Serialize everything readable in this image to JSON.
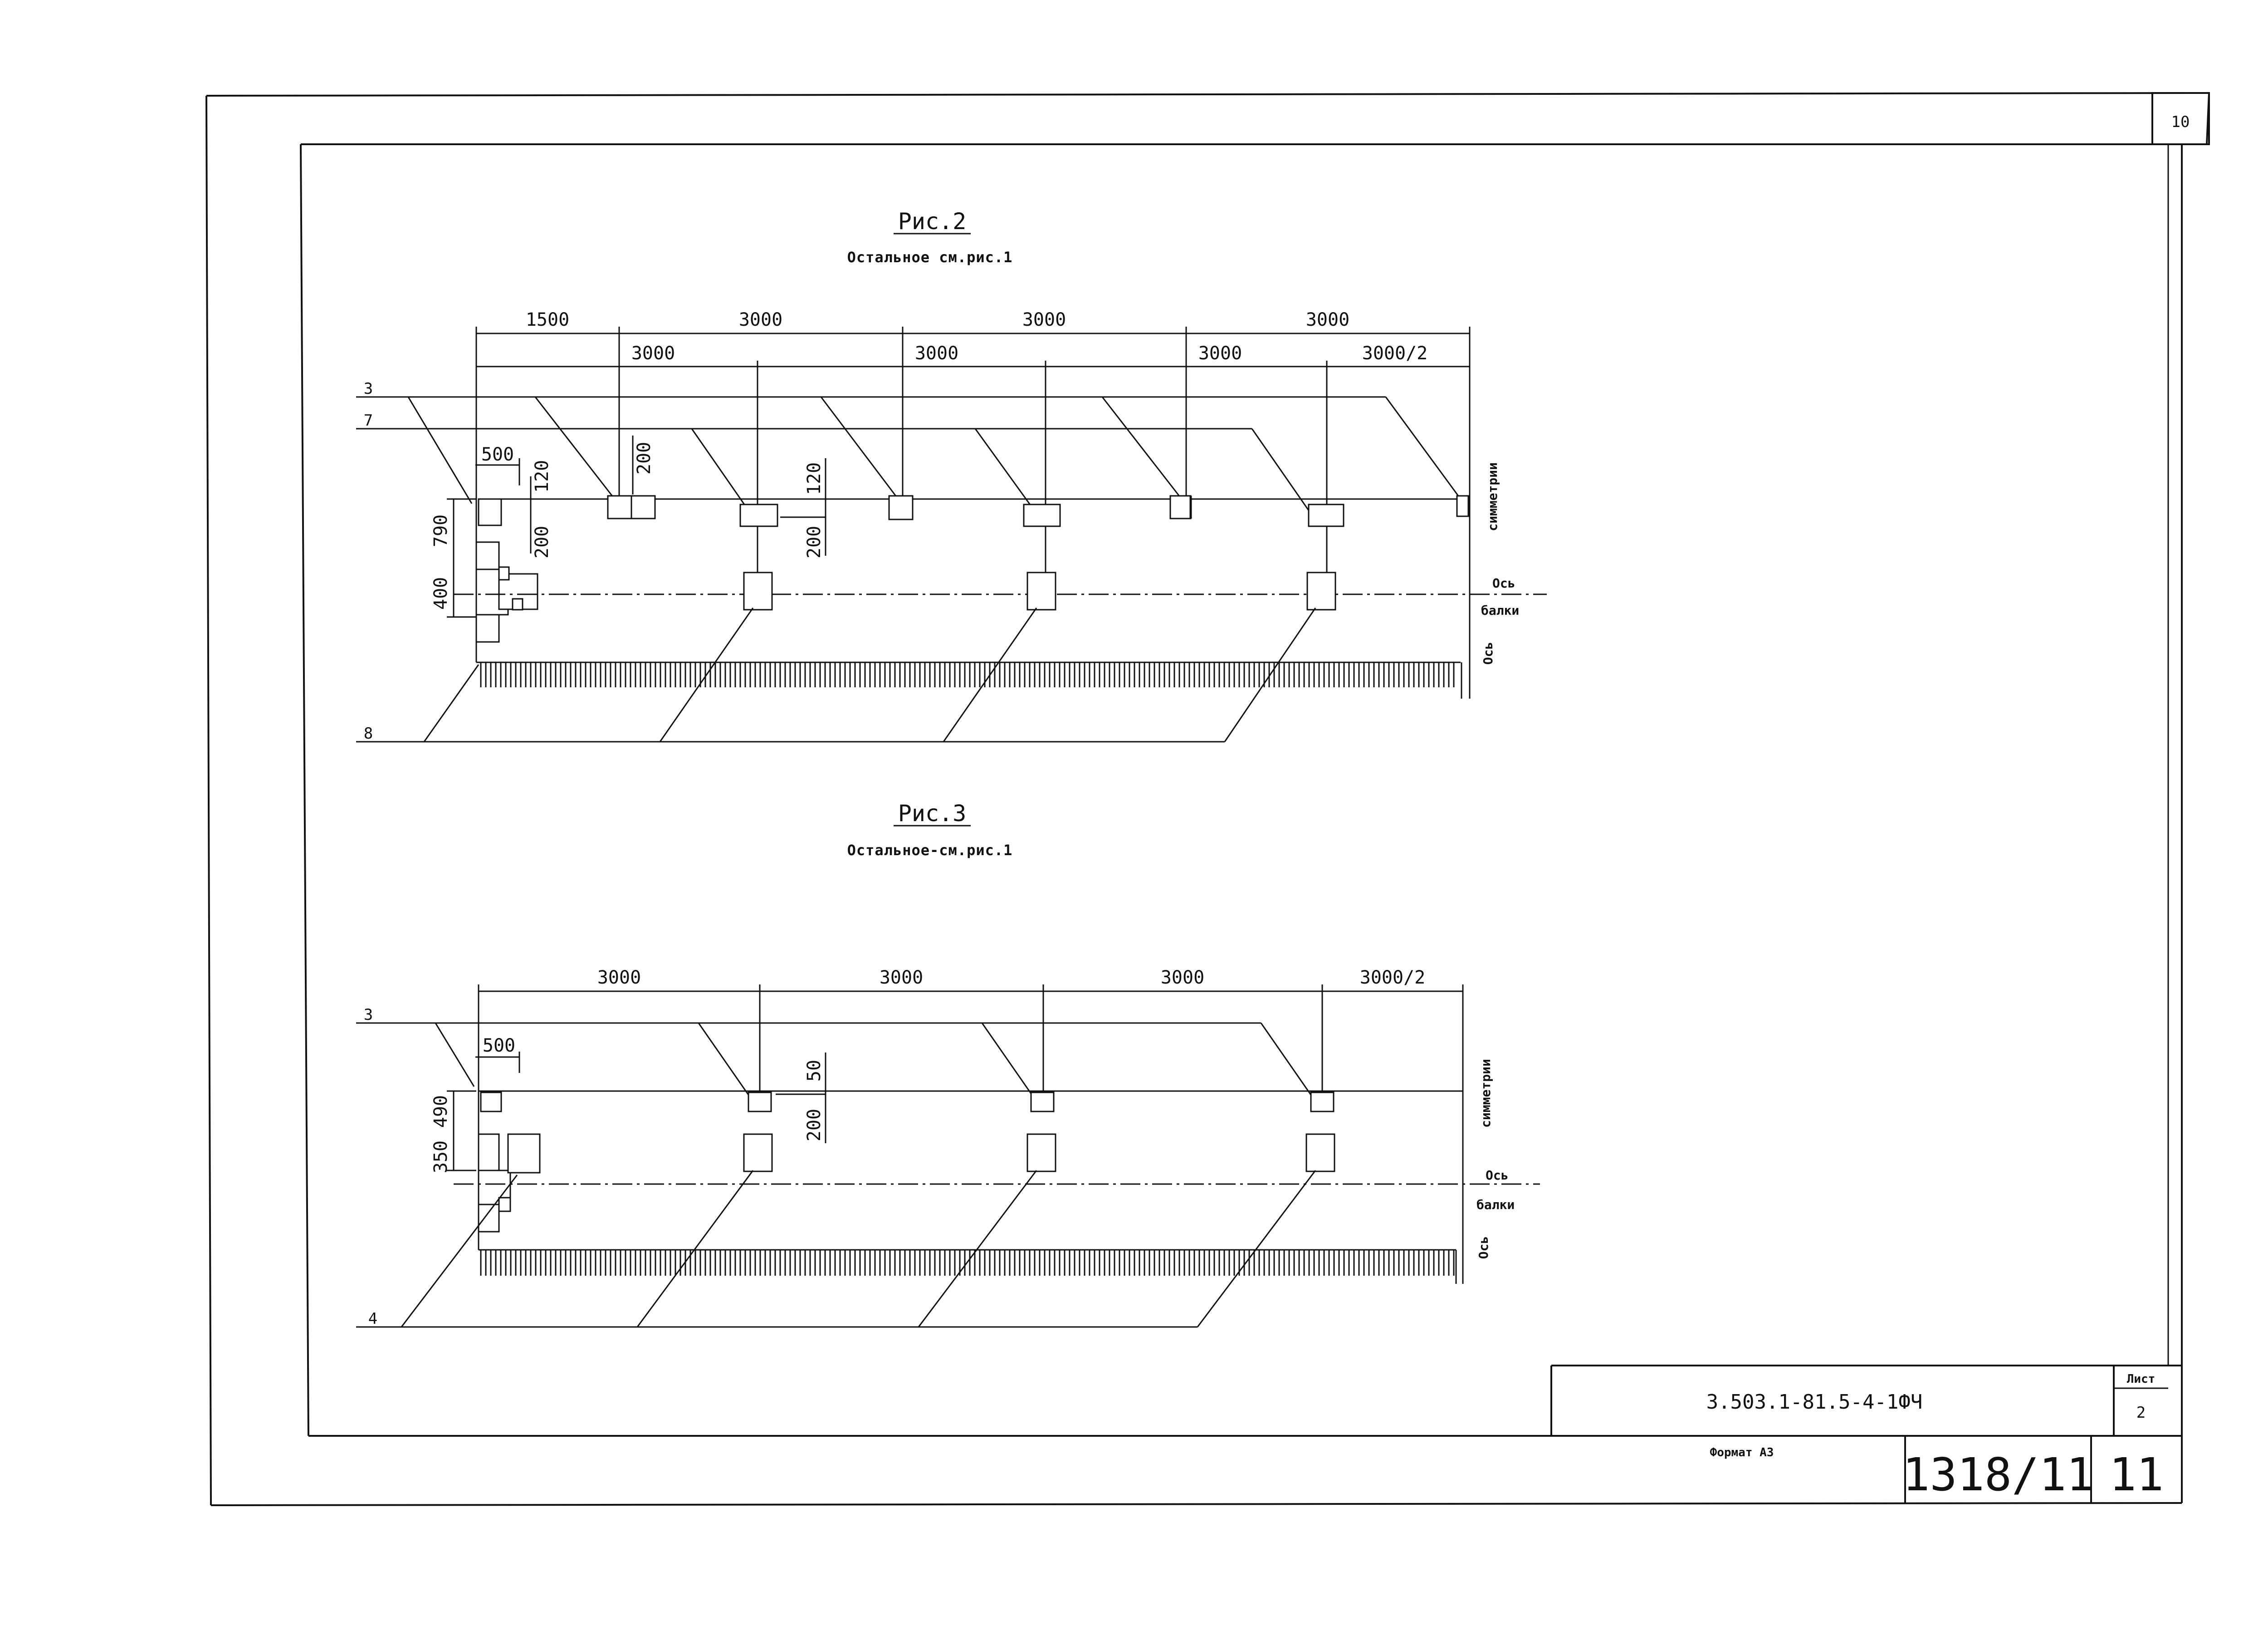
{
  "sheet": {
    "corner_page": "10",
    "doc_code": "3.503.1-81.5-4-1ФЧ",
    "list_label": "Лист",
    "list_number": "2",
    "format_label": "Формат А3",
    "inv_number": "1318/11",
    "page_number": "11"
  },
  "fig2": {
    "title": "Рис.2",
    "subtitle": "Остальное см.рис.1",
    "top_dims": [
      "1500",
      "3000",
      "3000",
      "3000"
    ],
    "second_dims": [
      "3000",
      "3000",
      "3000",
      "3000/2"
    ],
    "leaders": [
      "3",
      "7",
      "8"
    ],
    "local_dims": {
      "d500": "500",
      "d120a": "120",
      "d200a": "200",
      "d200b": "200",
      "d120b": "120",
      "d200c": "200",
      "d790": "790",
      "d400": "400"
    },
    "axis_sym": "симметрии",
    "axis_osb": "Ось",
    "axis_balki": "балки",
    "axis_os": "Ось"
  },
  "fig3": {
    "title": "Рис.3",
    "subtitle": "Остальное-см.рис.1",
    "top_dims": [
      "3000",
      "3000",
      "3000",
      "3000/2"
    ],
    "leaders": [
      "3",
      "4"
    ],
    "local_dims": {
      "d500": "500",
      "d50": "50",
      "d200": "200",
      "d350": "350",
      "d490": "490"
    },
    "axis_sym": "симметрии",
    "axis_osb": "Ось",
    "axis_balki": "балки",
    "axis_os": "Ось"
  }
}
